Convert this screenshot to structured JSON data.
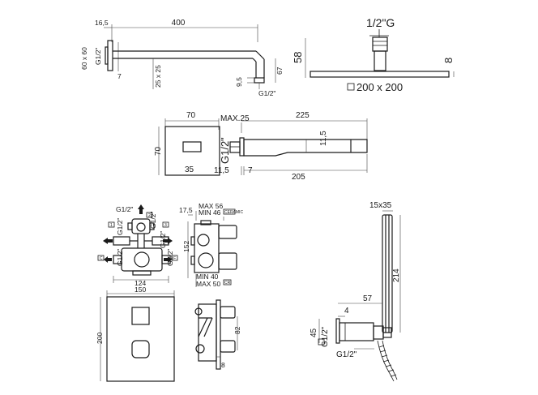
{
  "shower_arm": {
    "length": "400",
    "offset": "16,5",
    "flange": "60 x 60",
    "thread_inlet": "G1/2\"",
    "wall_gap": "7",
    "tube": "25 x 25",
    "drop": "67",
    "nozzle": "9,5",
    "thread_outlet": "G1/2\""
  },
  "shower_head": {
    "thread": "1/2\"G",
    "height": "58",
    "thickness": "8",
    "size": "200 x 200"
  },
  "spout": {
    "plate_width": "70",
    "plate_height": "70",
    "plate_lower": "35",
    "max_depth": "MAX.25",
    "thread": "G1/2\"",
    "wall_offset": "11,5",
    "gap": "7",
    "length": "225",
    "outlet_height": "11,5",
    "projection": "205"
  },
  "valve_body": {
    "thread_top": "G1/2\"",
    "thread_top_right": "G1/2\"",
    "thread_left": "G1/2\"",
    "thread_right": "G1/2\"",
    "thread_bottom_left": "G1/2\"",
    "thread_bottom_right": "G1/2\"",
    "port_tags": [
      "2",
      "1",
      "3",
      "C",
      "F"
    ],
    "width": "124",
    "dim_offset": "17,5",
    "max_depth": "MAX 56",
    "min_depth": "MIN 46",
    "depth_tag": "CERAMIC",
    "height": "152",
    "min_bottom": "MIN 40",
    "max_bottom": "MAX 50",
    "bottom_tag": "CR"
  },
  "mixer_plate": {
    "width": "150",
    "height": "200",
    "side_dim": "82",
    "side_small": "8"
  },
  "hand_shower": {
    "head": "15x35",
    "length": "214",
    "connector_width": "57",
    "connector_gap": "4",
    "wall_plate": "45",
    "thread_wall": "G1/2\"",
    "thread_hose": "G1/2\""
  }
}
